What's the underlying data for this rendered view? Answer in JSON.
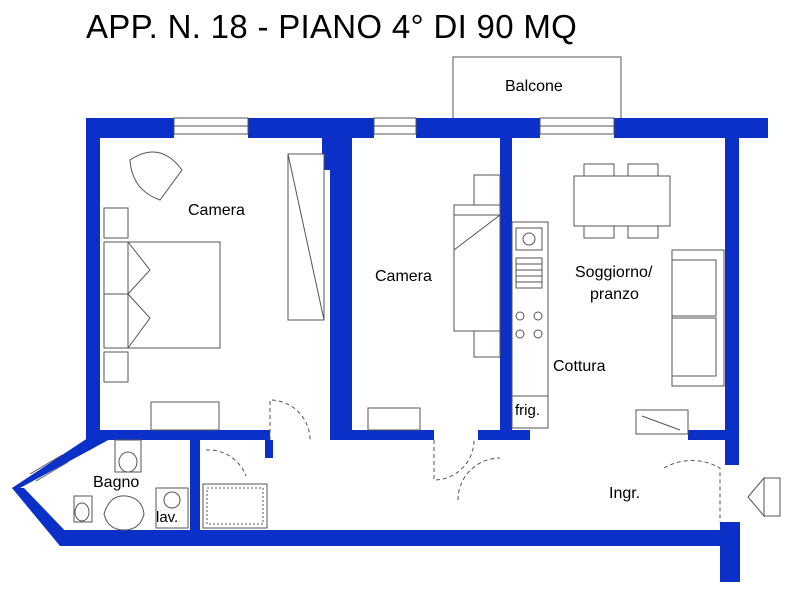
{
  "title": "APP. N. 18 - PIANO 4° DI 90 MQ",
  "rooms": {
    "balcone": "Balcone",
    "camera_1": "Camera",
    "camera_2": "Camera",
    "soggiorno": "Soggiorno/",
    "soggiorno_2": "pranzo",
    "cottura": "Cottura",
    "frig": "frig.",
    "bagno": "Bagno",
    "lav": "lav.",
    "ingresso": "Ingr."
  },
  "colors": {
    "walls": "#0a30c8",
    "fixtures": "#555555",
    "background": "#ffffff"
  }
}
